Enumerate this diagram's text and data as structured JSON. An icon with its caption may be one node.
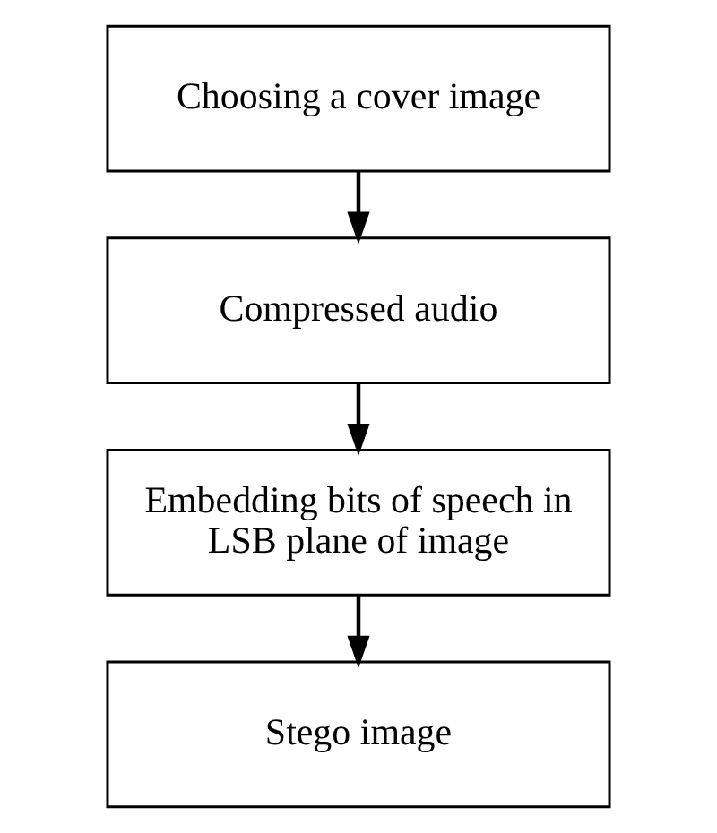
{
  "diagram": {
    "nodes": [
      {
        "text": [
          "Choosing a cover image"
        ]
      },
      {
        "text": [
          "Compressed audio"
        ]
      },
      {
        "text": [
          "Embedding bits of speech in LSB plane of image"
        ]
      },
      {
        "text": [
          "Stego image"
        ]
      }
    ],
    "edges": [
      {
        "from": 0,
        "to": 1,
        "arrow": "to"
      },
      {
        "from": 1,
        "to": 2,
        "arrow": "to"
      },
      {
        "from": 2,
        "to": 3,
        "arrow": "to"
      }
    ]
  }
}
